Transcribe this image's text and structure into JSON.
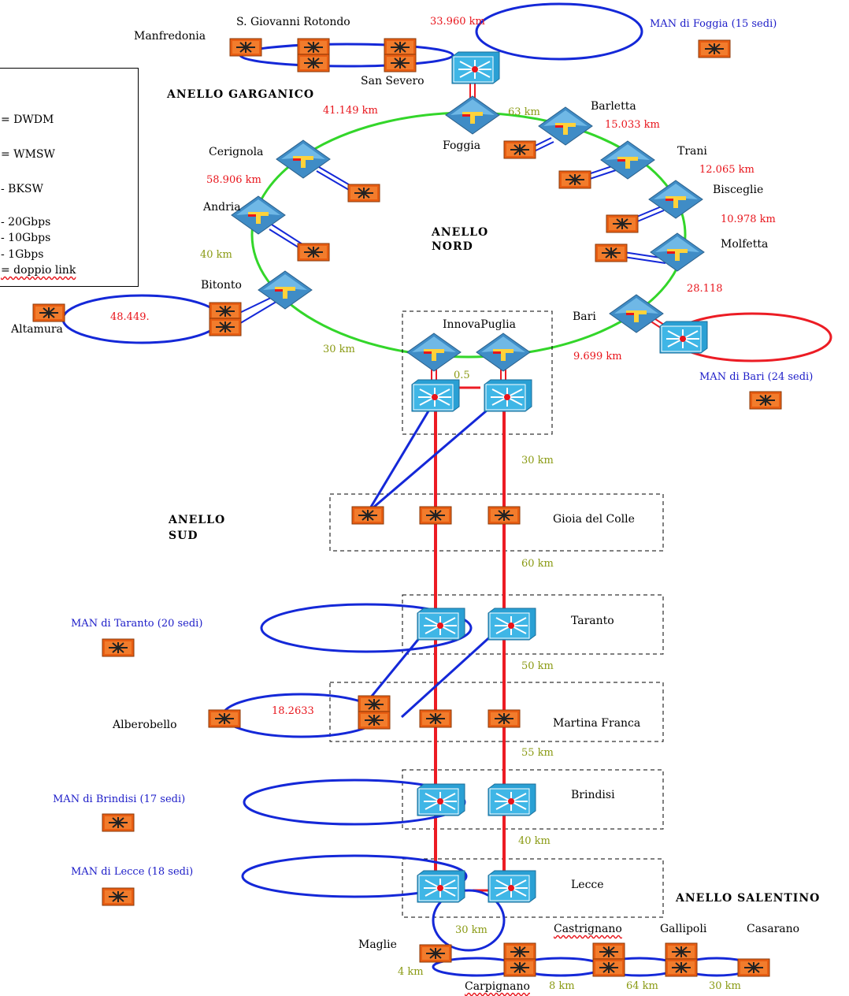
{
  "legend": {
    "items": [
      "= DWDM",
      "= WMSW",
      "- BKSW",
      "- 20Gbps",
      "- 10Gbps",
      "- 1Gbps",
      "= doppio link"
    ]
  },
  "sections": {
    "gargano": "ANELLO GARGANICO",
    "nord_1": "ANELLO",
    "nord_2": "NORD",
    "sud_1": "ANELLO",
    "sud_2": "SUD",
    "salentino": "ANELLO SALENTINO"
  },
  "nodes": {
    "manfredonia": "Manfredonia",
    "san_giovanni": "S. Giovanni Rotondo",
    "san_severo": "San Severo",
    "foggia": "Foggia",
    "barletta": "Barletta",
    "trani": "Trani",
    "bisceglie": "Bisceglie",
    "molfetta": "Molfetta",
    "bari": "Bari",
    "cerignola": "Cerignola",
    "andria": "Andria",
    "bitonto": "Bitonto",
    "altamura": "Altamura",
    "innova": "InnovaPuglia",
    "gioia": "Gioia del Colle",
    "taranto": "Taranto",
    "alberobello": "Alberobello",
    "martina": "Martina Franca",
    "brindisi": "Brindisi",
    "lecce": "Lecce",
    "maglie": "Maglie",
    "castrignano": "Castrignano",
    "gallipoli": "Gallipoli",
    "casarano": "Casarano",
    "carpignano": "Carpignano"
  },
  "man": {
    "foggia": "MAN di Foggia (15 sedi)",
    "bari": "MAN di Bari (24 sedi)",
    "taranto": "MAN di Taranto (20 sedi)",
    "brindisi": "MAN di Brindisi (17 sedi)",
    "lecce": "MAN di Lecce (18 sedi)"
  },
  "distances": {
    "gargano": "33.960 km",
    "foggia_cerignola": "41.149 km",
    "foggia_barletta": "63 km",
    "barletta_trani": "15.033 km",
    "trani_bisceglie": "12.065 km",
    "bisceglie_molfetta": "10.978 km",
    "molfetta_bari": "28.118",
    "cerignola_andria": "58.906 km",
    "andria_bitonto": "40 km",
    "altamura": "48.449.",
    "bitonto_innova": "30 km",
    "innova_bari": "9.699 km",
    "innova_internal": "0.5",
    "innova_gioia": "30 km",
    "gioia_taranto": "60 km",
    "taranto_martina": "50 km",
    "alberobello": "18.2633",
    "martina_brindisi": "55 km",
    "brindisi_lecce": "40 km",
    "lecce_maglie": "30 km",
    "maglie_carpignano": "4 km",
    "carpignano_castrignano": "8 km",
    "castrignano_gallipoli": "64 km",
    "gallipoli_casarano": "30 km"
  },
  "colors": {
    "ring_green": "#33d62a",
    "link_blue": "#1428d8",
    "link_red": "#ec1c24",
    "dwdm_blue": "#3f8cc6",
    "wmsw_cyan": "#2aa0d4",
    "bksw_orange": "#e85d12"
  }
}
